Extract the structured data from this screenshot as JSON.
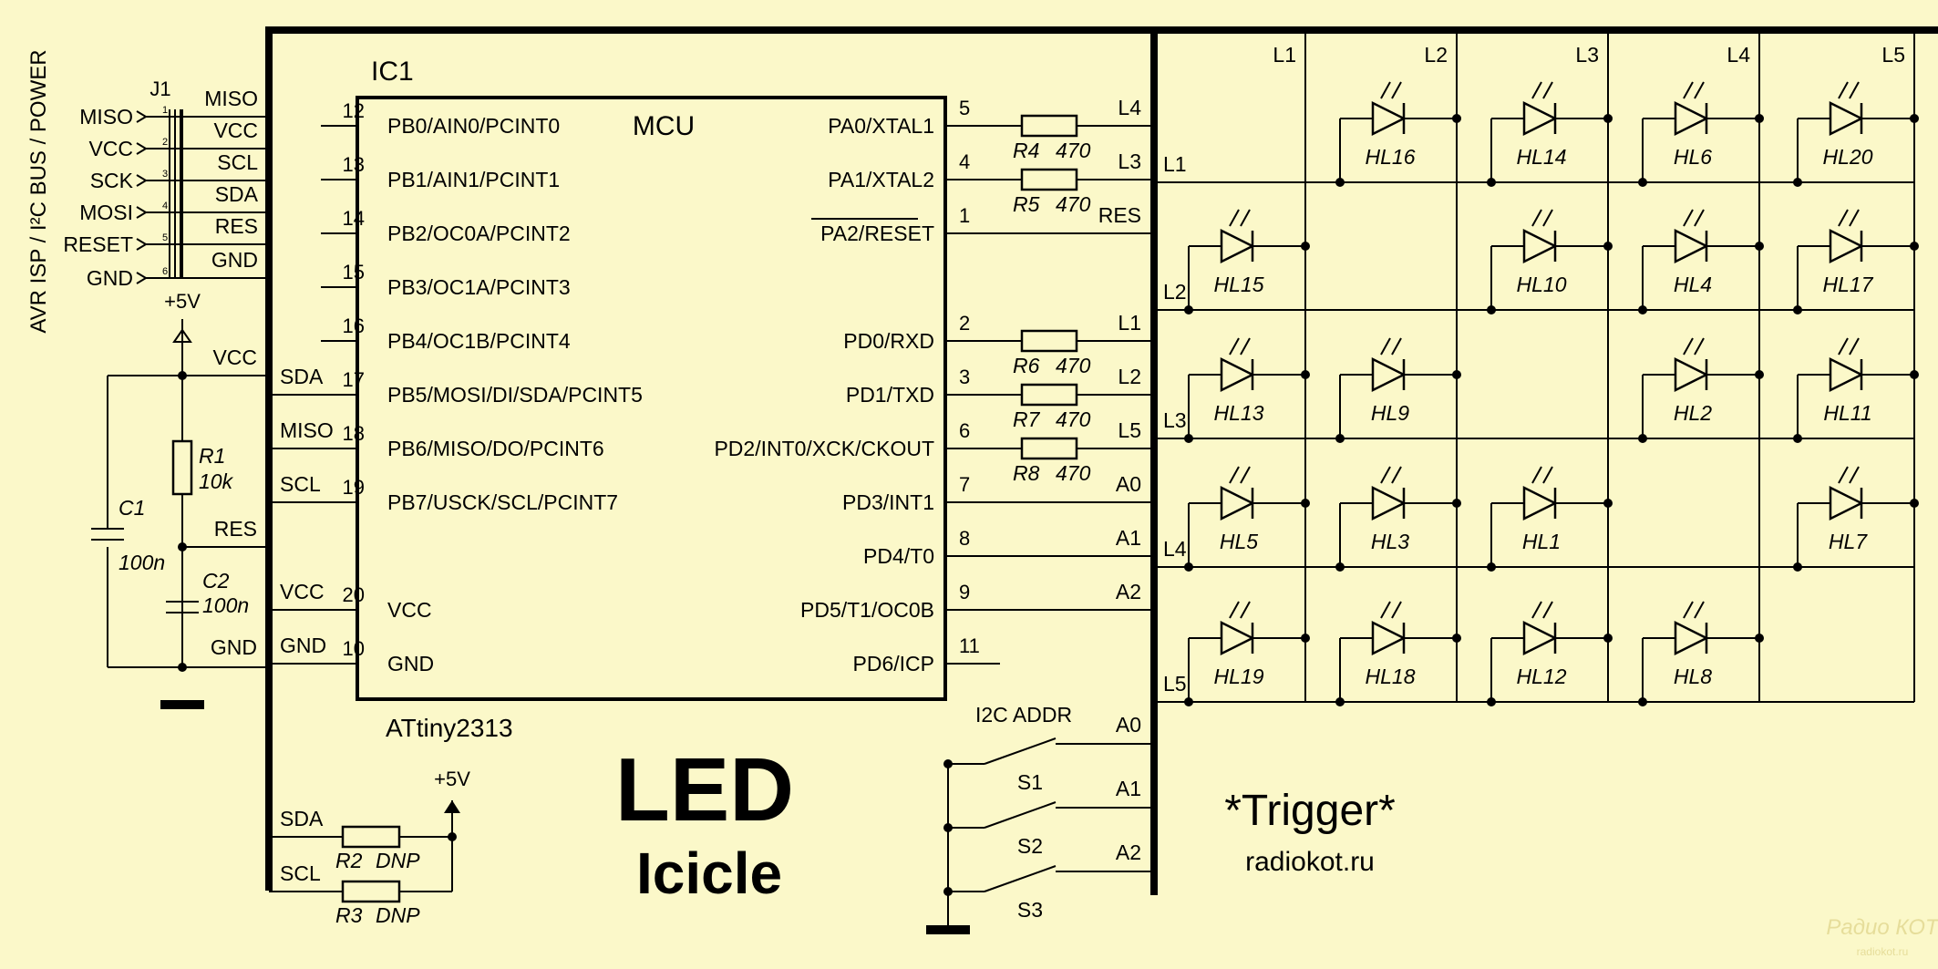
{
  "ic": {
    "ref": "IC1",
    "type": "MCU",
    "part": "ATtiny2313",
    "left_pins": [
      {
        "num": "12",
        "name": "PB0/AIN0/PCINT0",
        "net": ""
      },
      {
        "num": "13",
        "name": "PB1/AIN1/PCINT1",
        "net": ""
      },
      {
        "num": "14",
        "name": "PB2/OC0A/PCINT2",
        "net": ""
      },
      {
        "num": "15",
        "name": "PB3/OC1A/PCINT3",
        "net": ""
      },
      {
        "num": "16",
        "name": "PB4/OC1B/PCINT4",
        "net": ""
      },
      {
        "num": "17",
        "name": "PB5/MOSI/DI/SDA/PCINT5",
        "net": "SDA"
      },
      {
        "num": "18",
        "name": "PB6/MISO/DO/PCINT6",
        "net": "MISO"
      },
      {
        "num": "19",
        "name": "PB7/USCK/SCL/PCINT7",
        "net": "SCL"
      },
      {
        "num": "20",
        "name": "VCC",
        "net": "VCC"
      },
      {
        "num": "10",
        "name": "GND",
        "net": "GND"
      }
    ],
    "right_pins": [
      {
        "num": "5",
        "name": "PA0/XTAL1",
        "net": "L4",
        "res": "R4",
        "val": "470"
      },
      {
        "num": "4",
        "name": "PA1/XTAL2",
        "net": "L3",
        "res": "R5",
        "val": "470"
      },
      {
        "num": "1",
        "name": "PA2/RESET",
        "net": "RES",
        "res": "",
        "val": ""
      },
      {
        "num": "2",
        "name": "PD0/RXD",
        "net": "L1",
        "res": "R6",
        "val": "470"
      },
      {
        "num": "3",
        "name": "PD1/TXD",
        "net": "L2",
        "res": "R7",
        "val": "470"
      },
      {
        "num": "6",
        "name": "PD2/INT0/XCK/CKOUT",
        "net": "L5",
        "res": "R8",
        "val": "470"
      },
      {
        "num": "7",
        "name": "PD3/INT1",
        "net": "A0",
        "res": "",
        "val": ""
      },
      {
        "num": "8",
        "name": "PD4/T0",
        "net": "A1",
        "res": "",
        "val": ""
      },
      {
        "num": "9",
        "name": "PD5/T1/OC0B",
        "net": "A2",
        "res": "",
        "val": ""
      },
      {
        "num": "11",
        "name": "PD6/ICP",
        "net": "",
        "res": "",
        "val": ""
      }
    ]
  },
  "connector": {
    "ref": "J1",
    "title": "AVR ISP / I²C BUS / POWER",
    "pins": [
      {
        "num": "1",
        "label": "MISO",
        "net": "MISO"
      },
      {
        "num": "2",
        "label": "VCC",
        "net": "VCC"
      },
      {
        "num": "3",
        "label": "SCK",
        "net": "SCL"
      },
      {
        "num": "4",
        "label": "MOSI",
        "net": "SDA"
      },
      {
        "num": "5",
        "label": "RESET",
        "net": "RES"
      },
      {
        "num": "6",
        "label": "GND",
        "net": "GND"
      }
    ]
  },
  "power": {
    "supply": "+5V",
    "vcc": "VCC",
    "res": "RES",
    "gnd": "GND",
    "r1_ref": "R1",
    "r1_val": "10k",
    "c1_ref": "C1",
    "c1_val": "100n",
    "c2_ref": "C2",
    "c2_val": "100n"
  },
  "pullups": {
    "supply": "+5V",
    "sda": "SDA",
    "scl": "SCL",
    "r2_ref": "R2",
    "r2_val": "DNP",
    "r3_ref": "R3",
    "r3_val": "DNP"
  },
  "switches": {
    "title": "I2C ADDR",
    "items": [
      {
        "ref": "S1",
        "net": "A0"
      },
      {
        "ref": "S2",
        "net": "A1"
      },
      {
        "ref": "S3",
        "net": "A2"
      }
    ]
  },
  "matrix": {
    "columns": [
      "L1",
      "L2",
      "L3",
      "L4",
      "L5"
    ],
    "rows": [
      "L1",
      "L2",
      "L3",
      "L4",
      "L5"
    ],
    "leds": [
      {
        "ref": "HL16",
        "row": 0,
        "col": 1
      },
      {
        "ref": "HL14",
        "row": 0,
        "col": 2
      },
      {
        "ref": "HL6",
        "row": 0,
        "col": 3
      },
      {
        "ref": "HL20",
        "row": 0,
        "col": 4
      },
      {
        "ref": "HL15",
        "row": 1,
        "col": 0
      },
      {
        "ref": "HL10",
        "row": 1,
        "col": 2
      },
      {
        "ref": "HL4",
        "row": 1,
        "col": 3
      },
      {
        "ref": "HL17",
        "row": 1,
        "col": 4
      },
      {
        "ref": "HL13",
        "row": 2,
        "col": 0
      },
      {
        "ref": "HL9",
        "row": 2,
        "col": 1
      },
      {
        "ref": "HL2",
        "row": 2,
        "col": 3
      },
      {
        "ref": "HL11",
        "row": 2,
        "col": 4
      },
      {
        "ref": "HL5",
        "row": 3,
        "col": 0
      },
      {
        "ref": "HL3",
        "row": 3,
        "col": 1
      },
      {
        "ref": "HL1",
        "row": 3,
        "col": 2
      },
      {
        "ref": "HL7",
        "row": 3,
        "col": 4
      },
      {
        "ref": "HL19",
        "row": 4,
        "col": 0
      },
      {
        "ref": "HL18",
        "row": 4,
        "col": 1
      },
      {
        "ref": "HL12",
        "row": 4,
        "col": 2
      },
      {
        "ref": "HL8",
        "row": 4,
        "col": 3
      }
    ]
  },
  "title": {
    "line1": "LED",
    "line2": "Icicle"
  },
  "author": "*Trigger*",
  "site": "radiokot.ru",
  "watermark": {
    "line1": "Радио КОТ",
    "line2": "radiokot.ru"
  }
}
